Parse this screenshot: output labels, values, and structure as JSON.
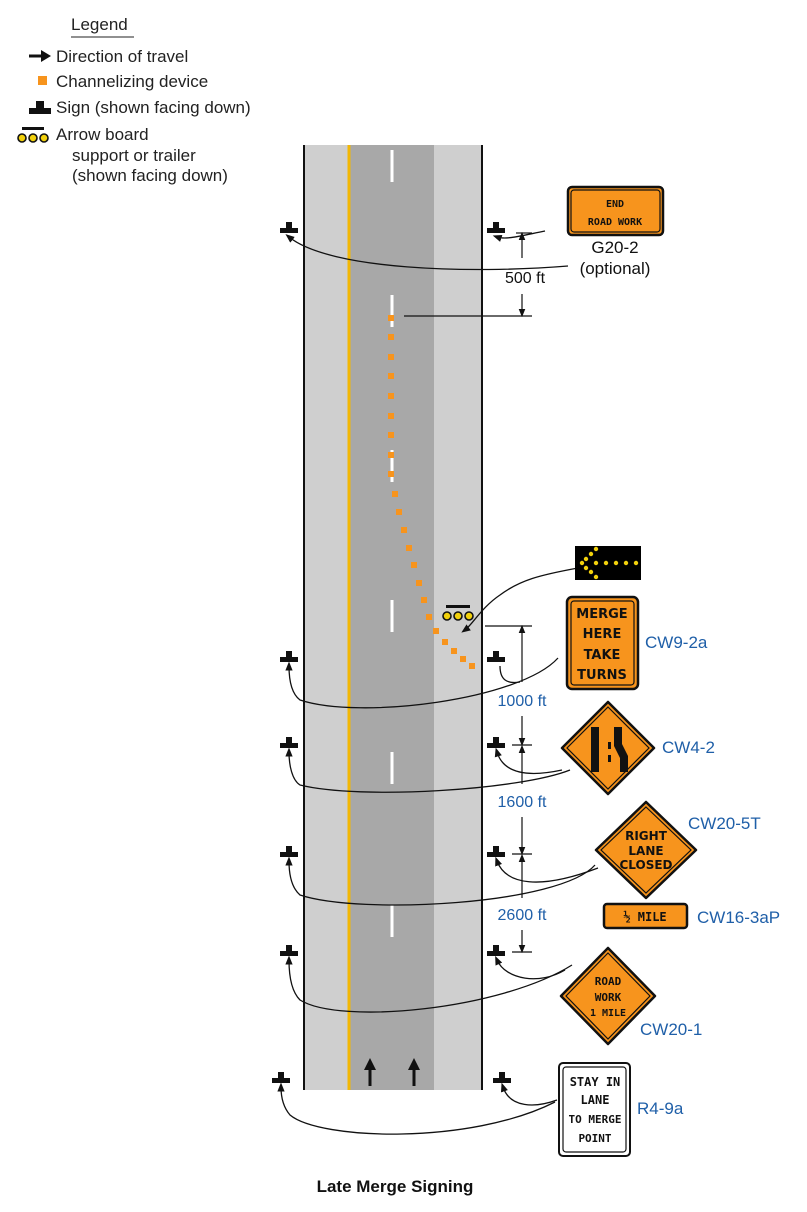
{
  "legend": {
    "title": "Legend",
    "direction": "Direction of travel",
    "channelizing": "Channelizing device",
    "sign": "Sign (shown facing down)",
    "arrow_board_1": "Arrow board",
    "arrow_board_2": "support or trailer",
    "arrow_board_3": "(shown facing down)"
  },
  "signs": {
    "g20_2": {
      "line1": "END",
      "line2": "ROAD WORK",
      "code": "G20-2",
      "note": "(optional)"
    },
    "cw9_2a": {
      "l1": "MERGE",
      "l2": "HERE",
      "l3": "TAKE",
      "l4": "TURNS",
      "code": "CW9-2a"
    },
    "cw4_2": {
      "code": "CW4-2"
    },
    "cw20_5t": {
      "l1": "RIGHT",
      "l2": "LANE",
      "l3": "CLOSED",
      "code": "CW20-5T"
    },
    "cw16_3ap": {
      "text": "½ MILE",
      "code": "CW16-3aP"
    },
    "cw20_1": {
      "l1": "ROAD",
      "l2": "WORK",
      "l3": "1 MILE",
      "code": "CW20-1"
    },
    "r4_9a": {
      "l1": "STAY IN",
      "l2": "LANE",
      "l3": "TO MERGE",
      "l4": "POINT",
      "code": "R4-9a"
    }
  },
  "distances": {
    "d500": "500 ft",
    "d1000": "1000 ft",
    "d1600": "1600 ft",
    "d2600": "2600 ft"
  },
  "caption": "Late Merge Signing",
  "colors": {
    "sign_orange": "#F7941D",
    "code_blue": "#1F5FA8",
    "yellow_line": "#F2B705",
    "road_dark": "#A8A8A8",
    "shoulder": "#CFCFCF"
  }
}
